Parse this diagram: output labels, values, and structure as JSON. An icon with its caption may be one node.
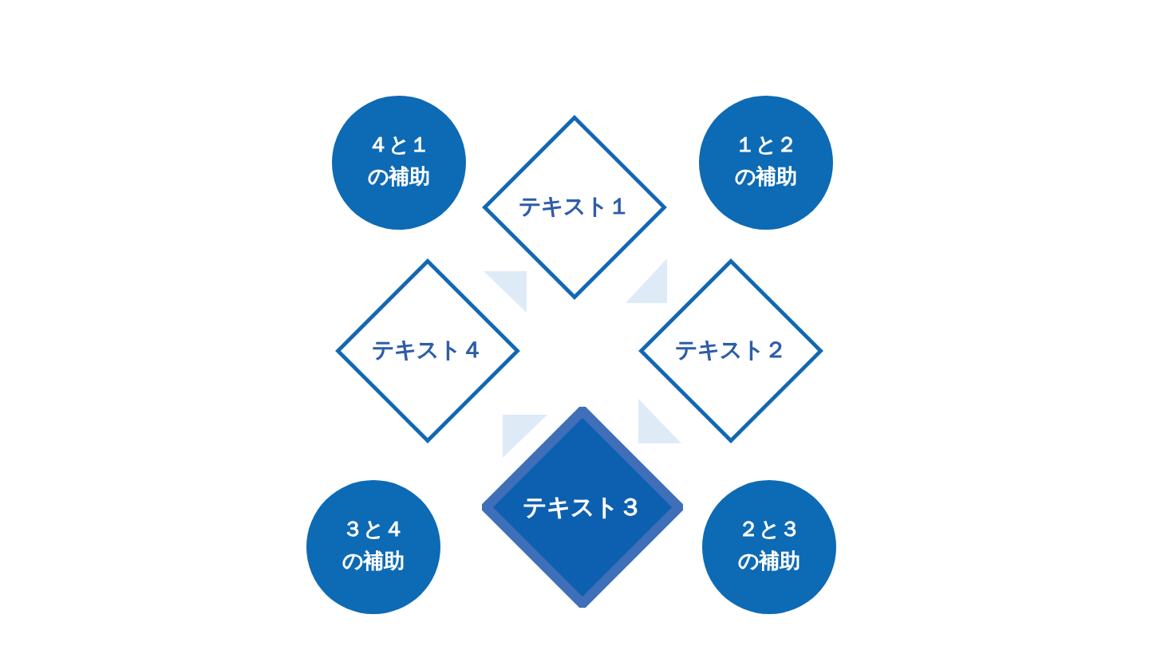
{
  "diagram": {
    "nodes": [
      {
        "text": [
          "４と１の補助"
        ]
      },
      {
        "text": [
          "テキスト１"
        ]
      },
      {
        "text": [
          "１と２の補助"
        ]
      },
      {
        "text": [
          "テキスト４"
        ]
      },
      {
        "text": [
          "テキスト２"
        ]
      },
      {
        "text": [
          "３と４の補助"
        ]
      },
      {
        "text": [
          "テキスト３"
        ]
      },
      {
        "text": [
          "２と３の補助"
        ]
      }
    ]
  }
}
